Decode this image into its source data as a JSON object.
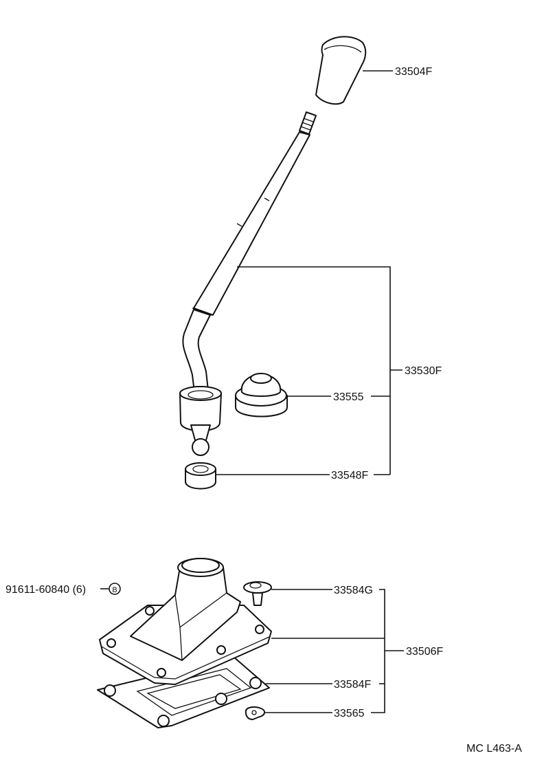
{
  "labels": {
    "knob": "33504F",
    "lever_assy": "33530F",
    "boot_seat": "33555",
    "bushing": "33548F",
    "retainer_bolt": "33584G",
    "retainer_assy": "33506F",
    "plate_bolt": "33584F",
    "clip": "33565",
    "bolt_ref": "91611-60840 (6)",
    "bolt_mark": "B"
  },
  "figure_code": "MC L463-A"
}
